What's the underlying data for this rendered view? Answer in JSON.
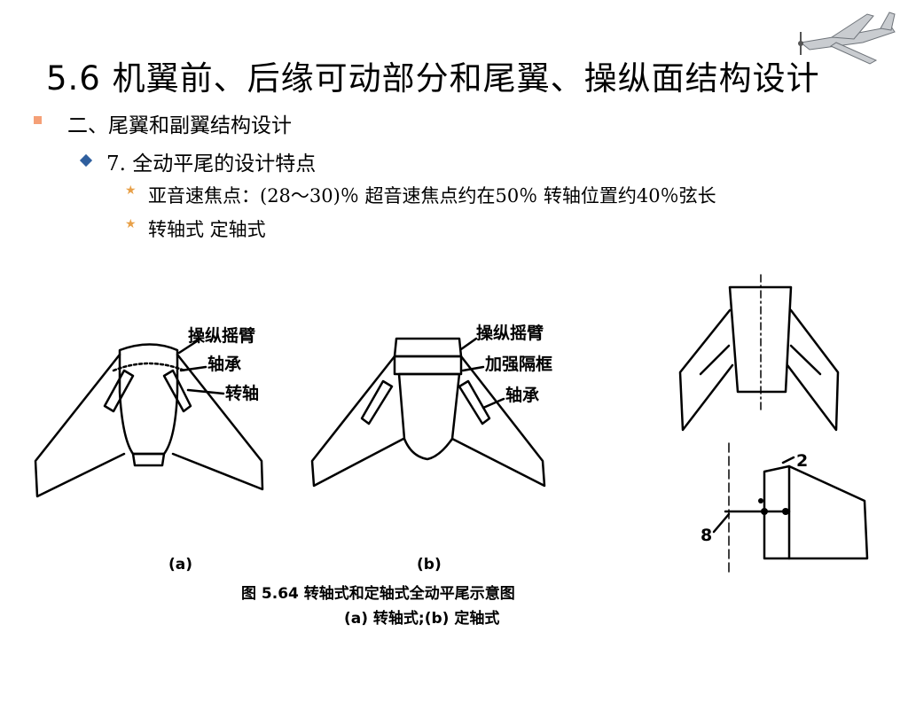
{
  "title": "5.6 机翼前、后缘可动部分和尾翼、操纵面结构设计",
  "bullets": {
    "level1": "二、尾翼和副翼结构设计",
    "level2": "7. 全动平尾的设计特点",
    "level3": [
      "亚音速焦点：(28～30)％ 超音速焦点约在50％  转轴位置约40％弦长",
      "转轴式 定轴式"
    ]
  },
  "figure": {
    "a_labels": [
      "操纵摇臂",
      "轴承",
      "转轴"
    ],
    "b_labels": [
      "操纵摇臂",
      "加强隔框",
      "轴承"
    ],
    "sub_a": "(a)",
    "sub_b": "(b)",
    "caption": "图 5.64   转轴式和定轴式全动平尾示意图",
    "subcaption": "(a) 转轴式;(b) 定轴式",
    "right_labels": [
      "2",
      "8"
    ]
  },
  "icons": [
    "airplane-logo-icon"
  ],
  "colors": {
    "bullet1": "#f5a077",
    "bullet2": "#2f5f9e",
    "bullet3": "#e8a048"
  }
}
